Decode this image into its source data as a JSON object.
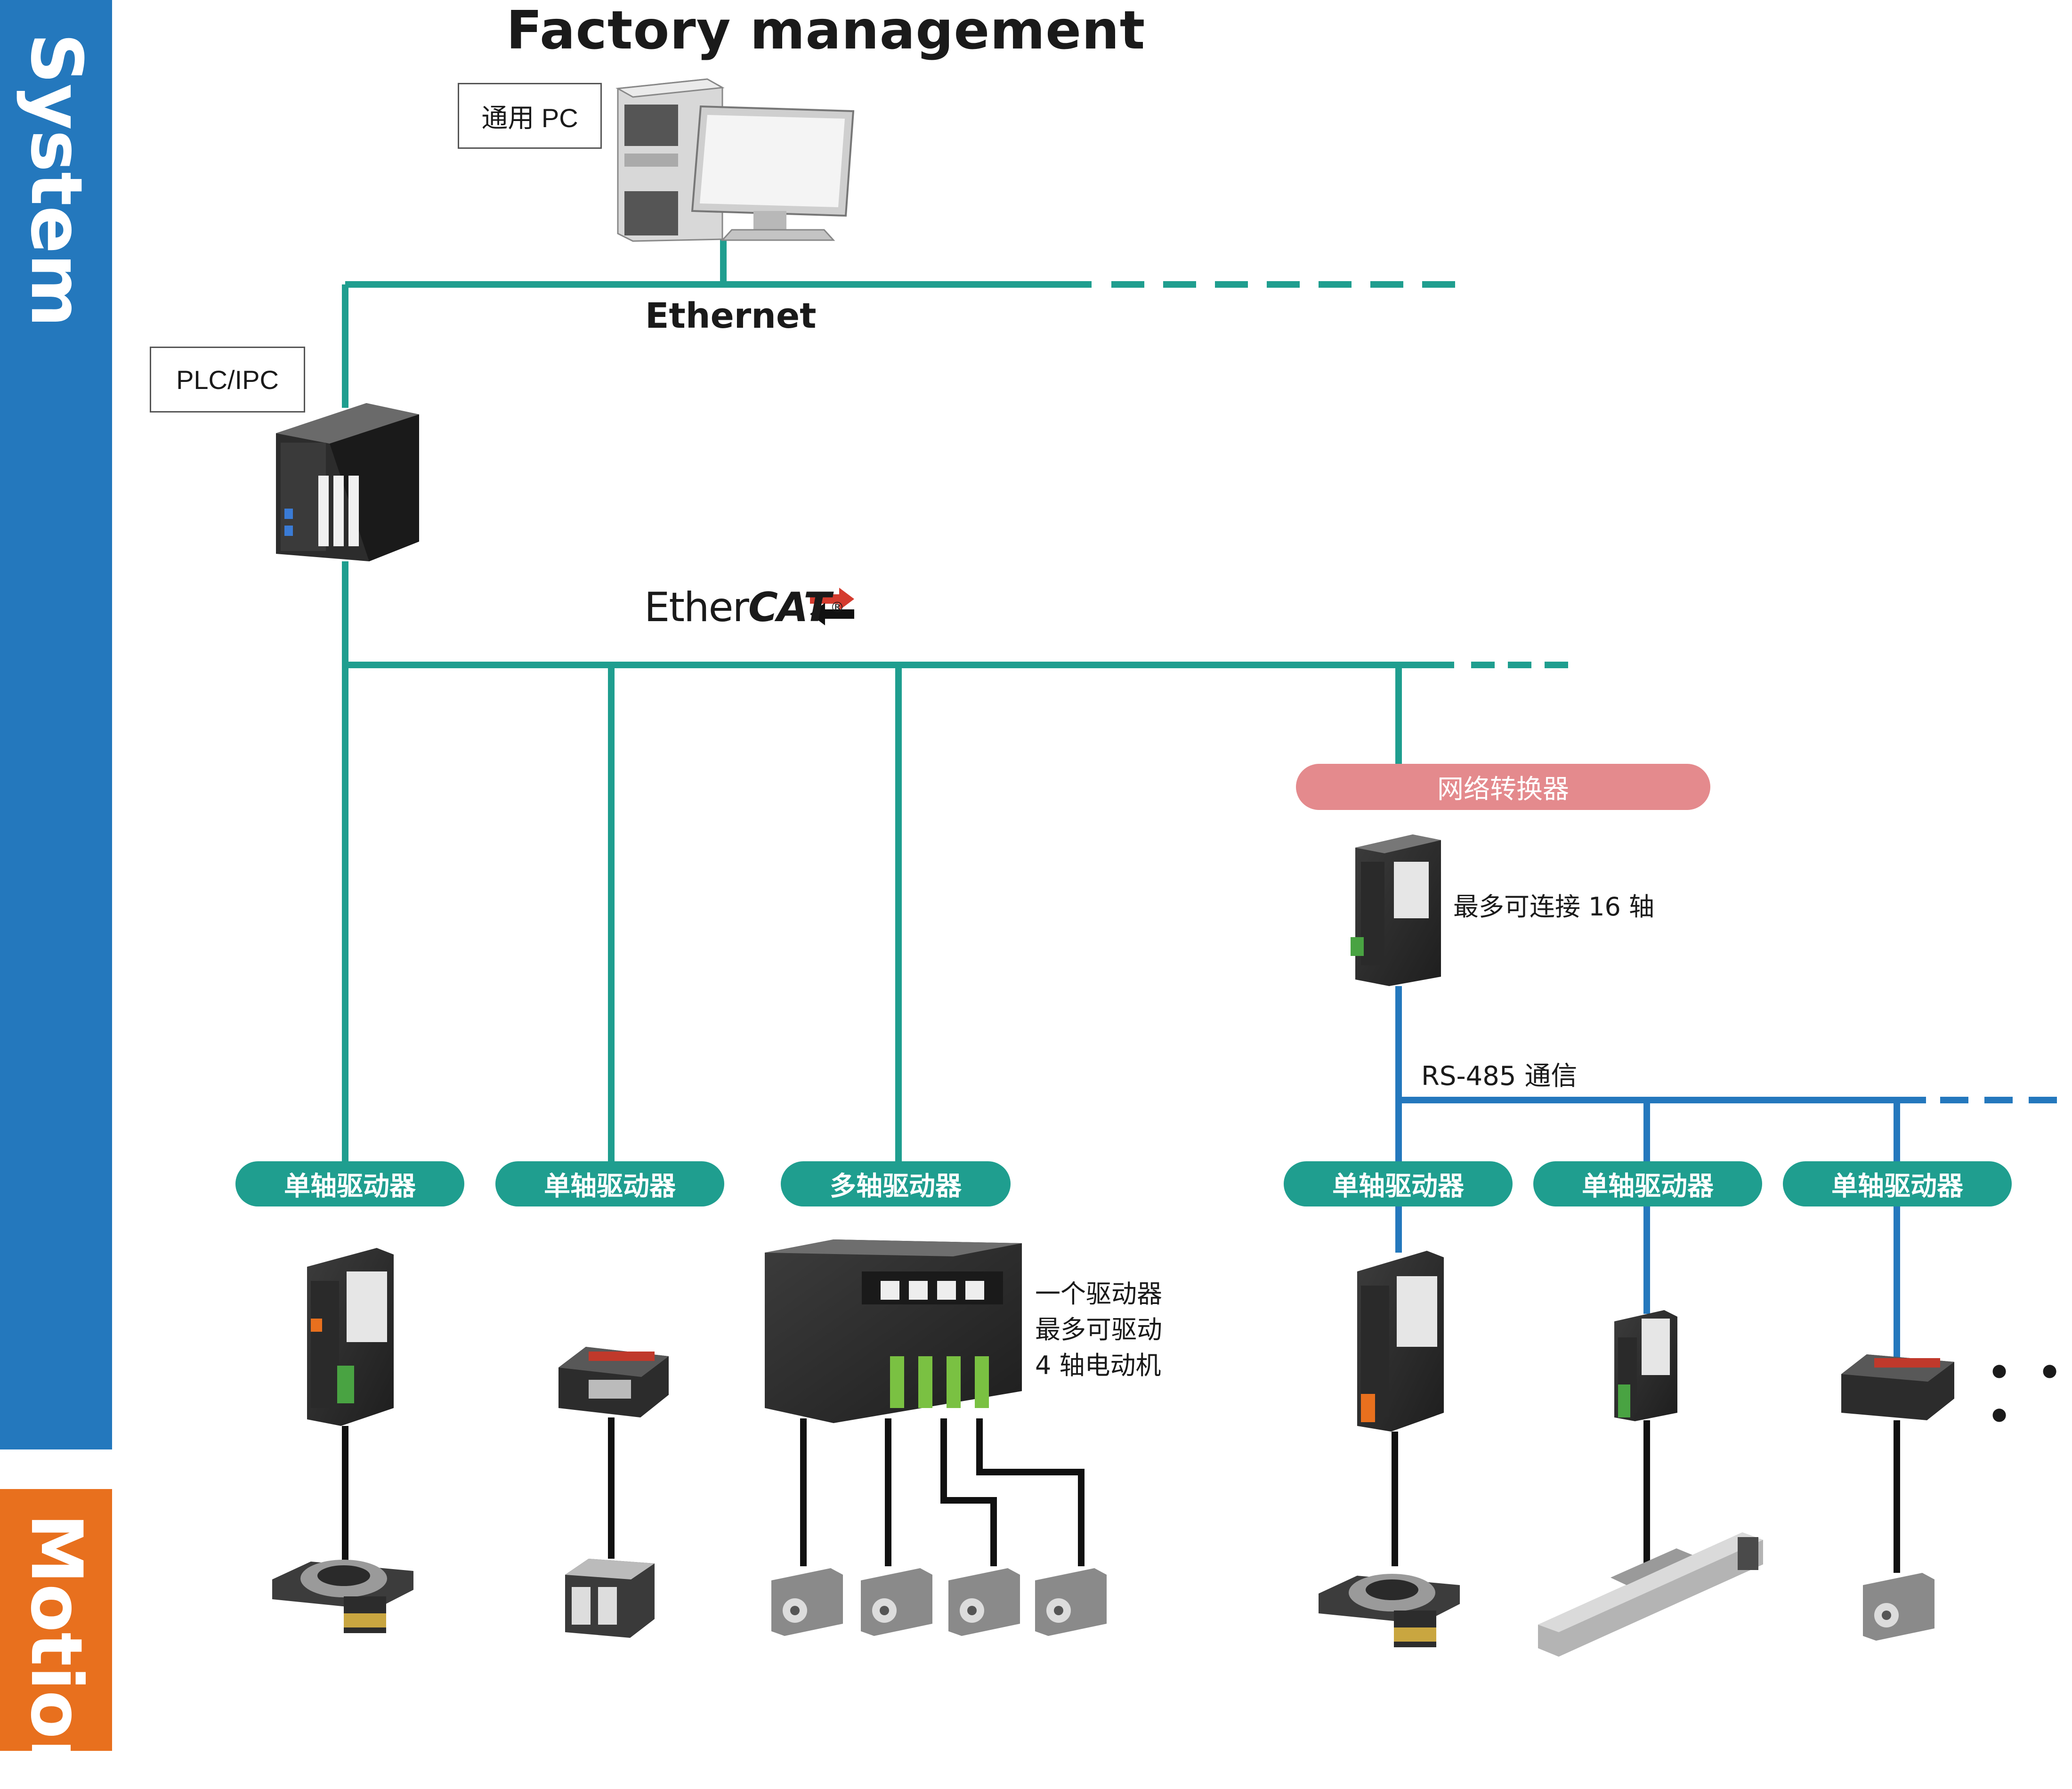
{
  "sidebars": {
    "system": "System",
    "motion": "Motion"
  },
  "title": "Factory management",
  "labels": {
    "pc": "通用 PC",
    "plc": "PLC/IPC",
    "ethernet": "Ethernet",
    "ethercat_plain": "Ether",
    "ethercat_bold": "CAT",
    "ethercat_mark": "®",
    "rs485": "RS-485 通信",
    "converter": "网络转换器",
    "converter_note": "最多可连接 16 轴",
    "multi_note": [
      "一个驱动器",
      "最多可驱动",
      "4 轴电动机"
    ],
    "ellipsis": "• • •"
  },
  "drivers": [
    {
      "label": "单轴驱动器"
    },
    {
      "label": "单轴驱动器"
    },
    {
      "label": "多轴驱动器"
    },
    {
      "label": "单轴驱动器"
    },
    {
      "label": "单轴驱动器"
    },
    {
      "label": "单轴驱动器"
    }
  ],
  "colors": {
    "system": "#2478bd",
    "motion": "#e8701e",
    "ethernet_line": "#1f9e8f",
    "rs485_line": "#2478bd",
    "pill_teal": "#1f9e8f",
    "pill_pink": "#e48a8d"
  }
}
